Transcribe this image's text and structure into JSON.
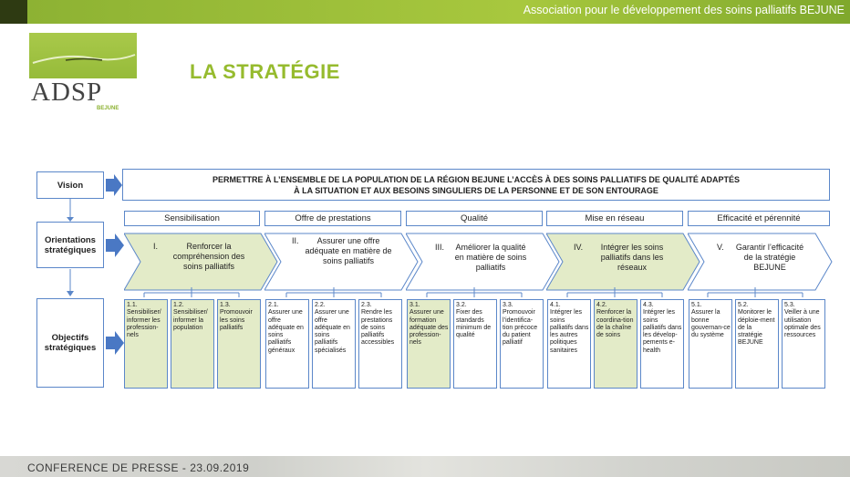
{
  "header": {
    "association": "Association pour le développement des soins palliatifs BEJUNE"
  },
  "logo": {
    "text": "ADSP",
    "sub": "BEJUNE"
  },
  "page": {
    "title": "LA STRATÉGIE"
  },
  "rows": {
    "vision": "Vision",
    "orientations": "Orientations stratégiques",
    "objectifs": "Objectifs stratégiques"
  },
  "vision": {
    "line1": "PERMETTRE À L’ENSEMBLE DE LA POPULATION DE LA RÉGION BEJUNE L’ACCÈS À DES SOINS PALLIATIFS DE QUALITÉ ADAPTÉS",
    "line2": "À LA SITUATION ET AUX BESOINS SINGULIERS DE LA PERSONNE ET DE SON ENTOURAGE"
  },
  "categories": [
    "Sensibilisation",
    "Offre de prestations",
    "Qualité",
    "Mise en réseau",
    "Efficacité et pérennité"
  ],
  "orientations": [
    {
      "num": "I.",
      "text": "Renforcer la compréhension des soins palliatifs",
      "highlight": true
    },
    {
      "num": "II.",
      "text": "Assurer une offre adéquate en matière de soins palliatifs",
      "highlight": false
    },
    {
      "num": "III.",
      "text": "Améliorer la qualité en matière de soins palliatifs",
      "highlight": false
    },
    {
      "num": "IV.",
      "text": "Intégrer les soins palliatifs dans les réseaux",
      "highlight": true
    },
    {
      "num": "V.",
      "text": "Garantir l’efficacité de la stratégie BEJUNE",
      "highlight": false
    }
  ],
  "objectives": [
    {
      "num": "1.1.",
      "text": "Sensibiliser/ informer les profession-nels",
      "highlight": true
    },
    {
      "num": "1.2.",
      "text": "Sensibiliser/ informer la population",
      "highlight": true
    },
    {
      "num": "1.3.",
      "text": "Promouvoir les soins palliatifs",
      "highlight": true
    },
    {
      "num": "2.1.",
      "text": "Assurer une offre adéquate en soins palliatifs généraux",
      "highlight": false
    },
    {
      "num": "2.2.",
      "text": "Assurer une offre adéquate en soins palliatifs spécialisés",
      "highlight": false
    },
    {
      "num": "2.3.",
      "text": "Rendre les prestations de soins palliatifs accessibles",
      "highlight": false
    },
    {
      "num": "3.1.",
      "text": "Assurer une formation adéquate des profession-nels",
      "highlight": true
    },
    {
      "num": "3.2.",
      "text": "Fixer des standards minimum de qualité",
      "highlight": false
    },
    {
      "num": "3.3.",
      "text": "Promouvoir l’identifica-tion précoce du patient palliatif",
      "highlight": false
    },
    {
      "num": "4.1.",
      "text": "Intégrer les soins palliatifs dans les autres politiques sanitaires",
      "highlight": false
    },
    {
      "num": "4.2.",
      "text": "Renforcer la coordina-tion de la chaîne de soins",
      "highlight": true
    },
    {
      "num": "4.3.",
      "text": "Intégrer les soins palliatifs dans les dévelop-pements e-health",
      "highlight": false
    },
    {
      "num": "5.1.",
      "text": "Assurer la bonne gouvernan-ce du système",
      "highlight": false
    },
    {
      "num": "5.2.",
      "text": "Monitorer le déploie-ment de la stratégie BEJUNE",
      "highlight": false
    },
    {
      "num": "5.3.",
      "text": "Veiller à une utilisation optimale des ressources",
      "highlight": false
    }
  ],
  "footer": {
    "text": "CONFERENCE DE PRESSE - 23.09.2019"
  },
  "colors": {
    "accent_green": "#96bb2e",
    "highlight_fill": "#e3ebc8",
    "border_blue": "#5b87c9",
    "arrow_blue": "#4a78c4"
  }
}
